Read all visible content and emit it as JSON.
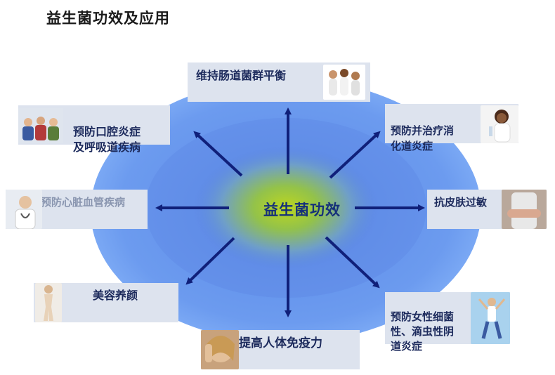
{
  "title": "益生菌功效及应用",
  "center": "益生菌功效",
  "nodes": {
    "top": "维持肠道菌群平衡",
    "upper_left": "预防口腔炎症\n及呼吸道疾病",
    "upper_right": "预防并治疗消\n化道炎症",
    "left": "预防心脏血管疾病",
    "right": "抗皮肤过敏",
    "lower_left": "美容养颜",
    "lower_right": "预防女性细菌\n性、滴虫性阴\n道炎症",
    "bottom": "提高人体免疫力"
  },
  "colors": {
    "ellipse_outer": "#6f9ff0",
    "ellipse_mid": "#5d86e6",
    "center_glow": "#b5d22a",
    "arrow": "#10207a",
    "box_bg": "#dde3ee",
    "text": "#1c2a5c"
  }
}
